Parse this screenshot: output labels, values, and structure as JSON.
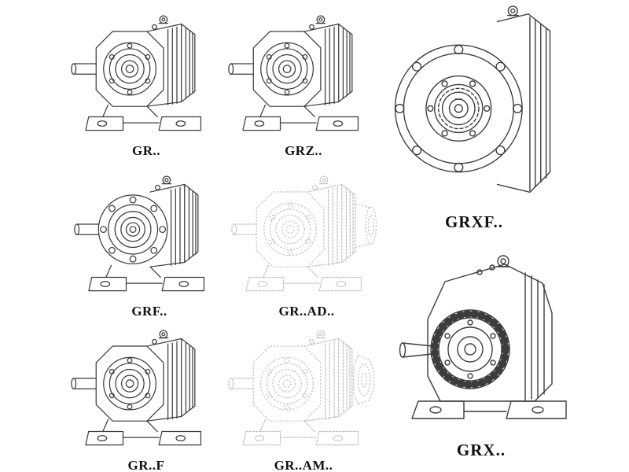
{
  "page": {
    "title": "Helical gear reducer series line drawings",
    "background": "#ffffff"
  },
  "colors": {
    "page_bg": "#ffffff",
    "line": "#3c3c3c",
    "ghost_line": "#c2c2c2",
    "label": "#101010"
  },
  "figures": [
    {
      "id": "gr",
      "label": "GR.."
    },
    {
      "id": "grz",
      "label": "GRZ.."
    },
    {
      "id": "grxf",
      "label": "GRXF.."
    },
    {
      "id": "grf",
      "label": "GRF.."
    },
    {
      "id": "gr-ad",
      "label": "GR..AD.."
    },
    {
      "id": "grx",
      "label": "GRX.."
    },
    {
      "id": "gr-f",
      "label": "GR..F"
    },
    {
      "id": "gr-am",
      "label": "GR..AM.."
    }
  ]
}
